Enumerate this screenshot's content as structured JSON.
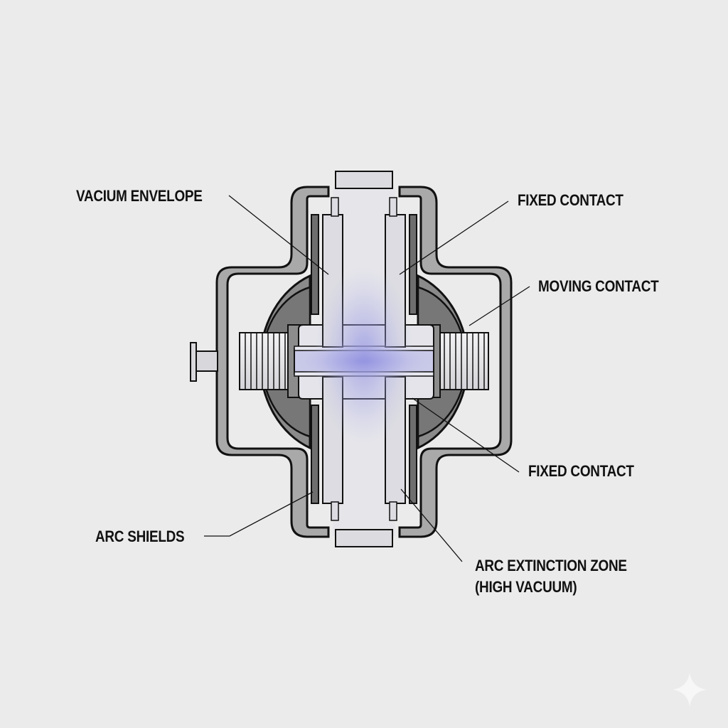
{
  "diagram": {
    "type": "cross-section",
    "subject": "vacuum interrupter",
    "colors": {
      "background": "#ebebeb",
      "outer_housing": "#a9a9a9",
      "inner_dome": "#7a7a7a",
      "arc_shield": "#6e6e6e",
      "contact_body": "#dcdce0",
      "bellows": "#e2e2e4",
      "arc_glow": "#8f8fe0",
      "outline": "#111111"
    },
    "labels": [
      {
        "id": "vacuum-envelope",
        "text": "VACIUM ENVELOPE"
      },
      {
        "id": "fixed-contact-top",
        "text": "FIXED CONTACT"
      },
      {
        "id": "moving-contact",
        "text": "MOVING CONTACT"
      },
      {
        "id": "fixed-contact-bottom",
        "text": "FIXED CONTACT"
      },
      {
        "id": "arc-shields",
        "text": "ARC SHIELDS"
      },
      {
        "id": "arc-extinction-zone",
        "text": "ARC EXTINCTION ZONE",
        "text_line2": "(HIGH VACUUM)"
      }
    ]
  }
}
